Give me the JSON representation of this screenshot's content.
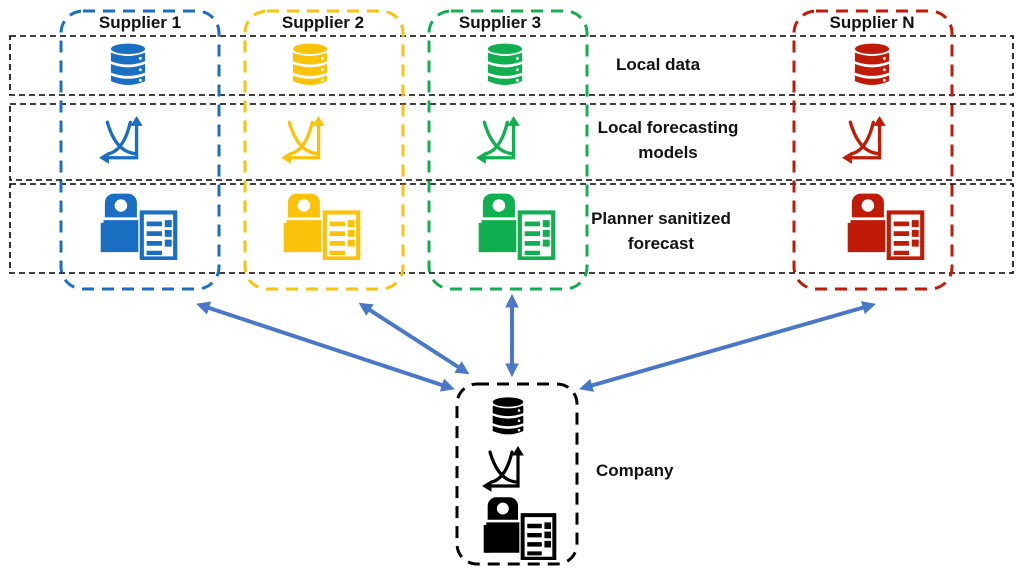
{
  "colors": {
    "supplier1": "#1a6fc2",
    "supplier2": "#fbc20a",
    "supplier3": "#10b050",
    "supplierN": "#c01a08",
    "company": "#000000",
    "arrow": "#4a78c8",
    "row_border": "#000000"
  },
  "suppliers": [
    {
      "name": "Supplier 1",
      "color_key": "supplier1"
    },
    {
      "name": "Supplier 2",
      "color_key": "supplier2"
    },
    {
      "name": "Supplier 3",
      "color_key": "supplier3"
    },
    {
      "name": "Supplier N",
      "color_key": "supplierN"
    }
  ],
  "rows": [
    {
      "label_lines": [
        "Local data"
      ],
      "icon": "database-icon"
    },
    {
      "label_lines": [
        "Local forecasting",
        "models"
      ],
      "icon": "forecast-chart-icon"
    },
    {
      "label_lines": [
        "Planner sanitized",
        "forecast"
      ],
      "icon": "planner-report-icon"
    }
  ],
  "company": {
    "label": "Company"
  },
  "connections": [
    "Supplier 1",
    "Supplier 2",
    "Supplier 3",
    "Supplier N"
  ]
}
